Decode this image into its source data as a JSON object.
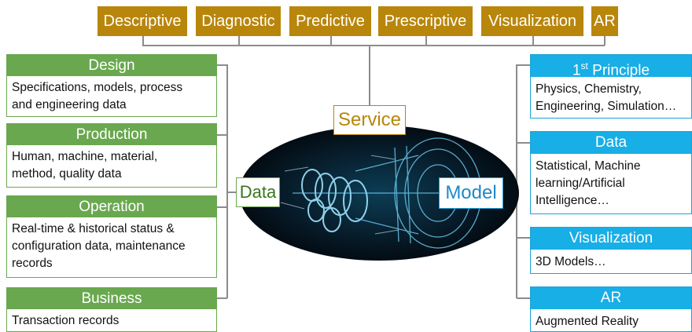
{
  "services": [
    {
      "label": "Descriptive"
    },
    {
      "label": "Diagnostic"
    },
    {
      "label": "Predictive"
    },
    {
      "label": "Prescriptive"
    },
    {
      "label": "Visualization"
    },
    {
      "label": "AR"
    }
  ],
  "center": {
    "service": "Service",
    "data": "Data",
    "model": "Model"
  },
  "data_sources": [
    {
      "title": "Design",
      "lines": [
        "Specifications, models, process",
        "and engineering data"
      ]
    },
    {
      "title": "Production",
      "lines": [
        "Human, machine, material,",
        "method, quality data"
      ]
    },
    {
      "title": "Operation",
      "lines": [
        "Real-time & historical status &",
        "configuration data, maintenance",
        "records"
      ]
    },
    {
      "title": "Business",
      "lines": [
        "Transaction records"
      ]
    }
  ],
  "models": [
    {
      "title_main": "1",
      "title_sup": "st",
      "title_rest": " Principle",
      "lines": [
        "Physics, Chemistry,",
        "Engineering, Simulation…"
      ]
    },
    {
      "title": "Data",
      "lines": [
        "Statistical, Machine",
        "learning/Artificial",
        "Intelligence…"
      ]
    },
    {
      "title": "Visualization",
      "lines": [
        "3D Models…"
      ]
    },
    {
      "title": "AR",
      "lines": [
        "Augmented Reality"
      ]
    }
  ],
  "colors": {
    "service": "#b8860b",
    "data": "#6aa84f",
    "model": "#18aee6",
    "connector": "#8c8c8c"
  }
}
